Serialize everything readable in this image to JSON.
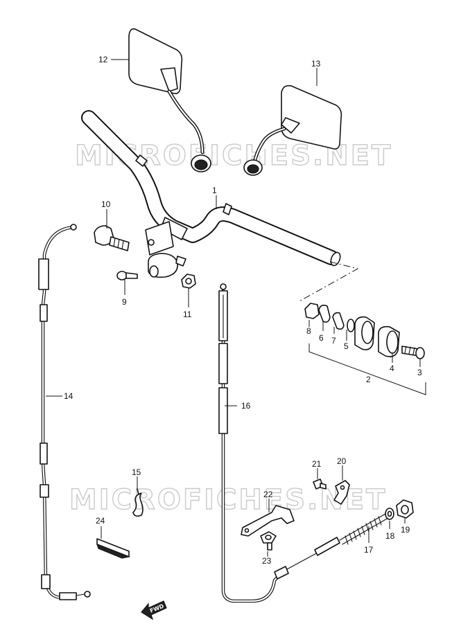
{
  "watermark": "MICROFICHES.NET",
  "fwd_label": "FWD",
  "callouts": [
    "1",
    "2",
    "3",
    "4",
    "5",
    "6",
    "7",
    "8",
    "9",
    "10",
    "11",
    "12",
    "13",
    "14",
    "15",
    "16",
    "17",
    "18",
    "19",
    "20",
    "21",
    "22",
    "23",
    "24"
  ],
  "colors": {
    "line": "#111111",
    "watermark": "#c9c9c9",
    "background": "#ffffff"
  }
}
